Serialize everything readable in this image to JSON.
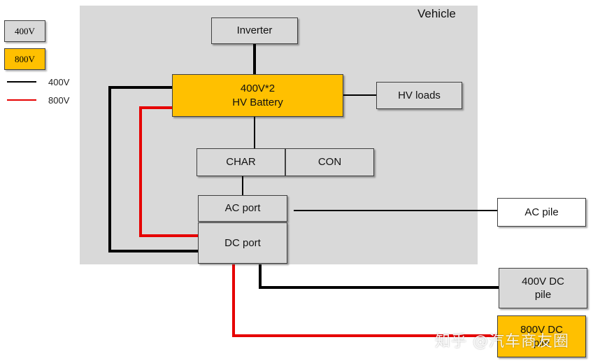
{
  "legend": {
    "box_400": "400V",
    "box_800": "800V",
    "line_400": "400V",
    "line_800": "800V"
  },
  "vehicle": {
    "title": "Vehicle"
  },
  "blocks": {
    "inverter": "Inverter",
    "battery": "400V*2\nHV Battery",
    "hv_loads": "HV loads",
    "char": "CHAR",
    "con": "CON",
    "ac_port": "AC port",
    "dc_port": "DC port",
    "ac_pile": "AC pile",
    "dc_pile_400": "400V DC\npile",
    "dc_pile_800": "800V DC\npile"
  },
  "colors": {
    "line_400": "#000000",
    "line_800": "#e60000",
    "box_400": "#d9d9d9",
    "box_800": "#ffc000"
  },
  "watermark": "知乎 @汽车商友圈"
}
